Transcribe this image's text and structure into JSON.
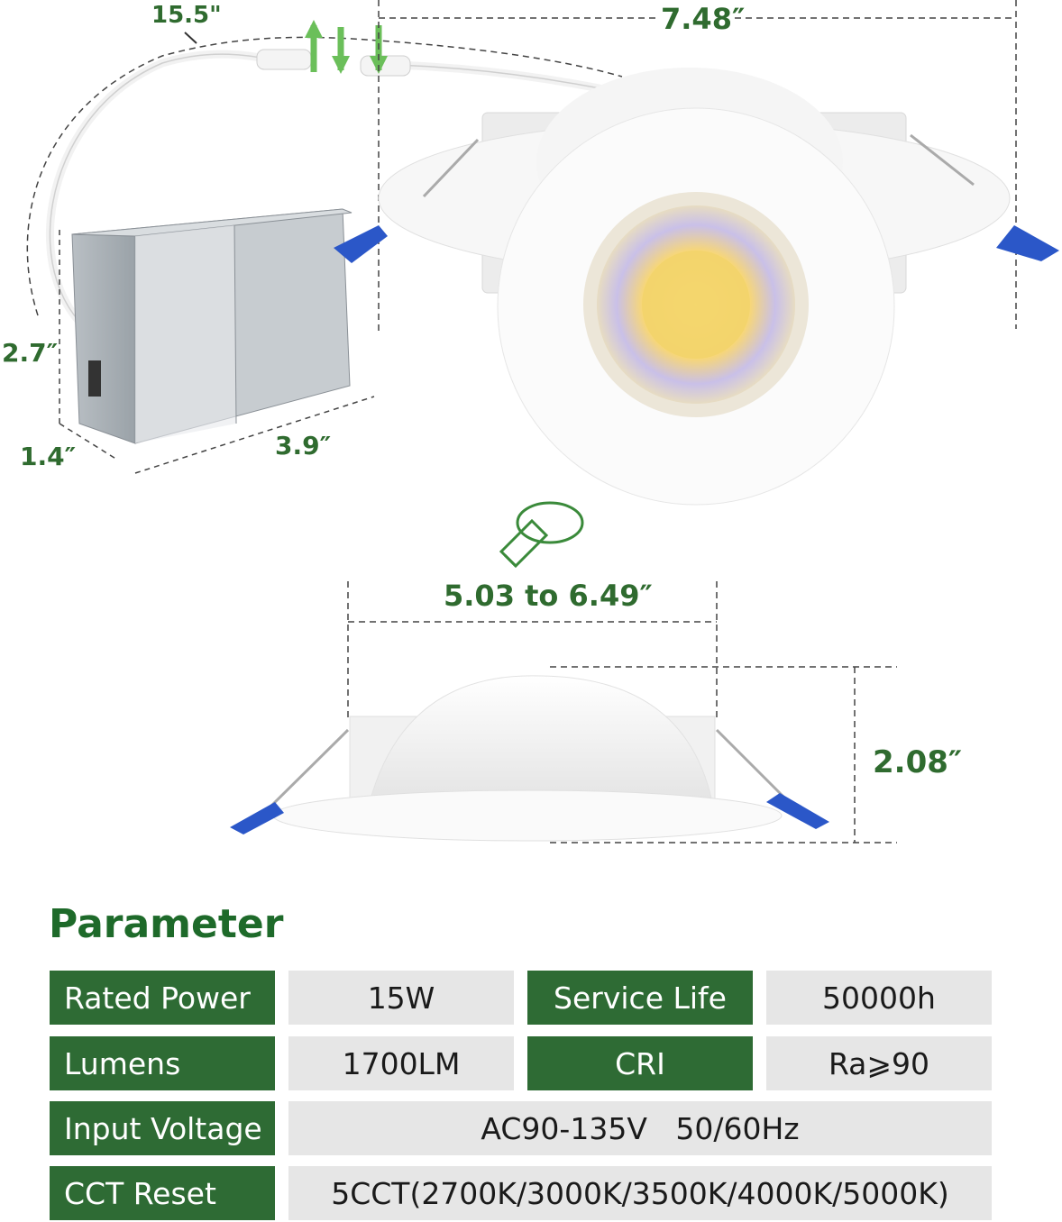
{
  "dimensions": {
    "wire_length": "15.5\"",
    "width_top": "7.48″",
    "box_height": "2.7″",
    "box_depth": "1.4″",
    "box_length": "3.9″",
    "cutout": "5.03 to 6.49″",
    "height": "2.08″"
  },
  "parameter": {
    "title": "Parameter",
    "rows": [
      {
        "label1": "Rated Power",
        "value1": "15W",
        "label2": "Service Life",
        "value2": "50000h"
      },
      {
        "label1": "Lumens",
        "value1": "1700LM",
        "label2": "CRI",
        "value2": "Ra⩾90"
      },
      {
        "label1": "Input Voltage",
        "value_full": "AC90-135V   50/60Hz"
      },
      {
        "label1": "CCT Reset",
        "value_full": "5CCT(2700K/3000K/3500K/4000K/5000K)"
      }
    ]
  },
  "colors": {
    "label_bg": "#2e6b34",
    "value_bg": "#e6e6e6",
    "dimension_text": "#2f6b2f"
  }
}
